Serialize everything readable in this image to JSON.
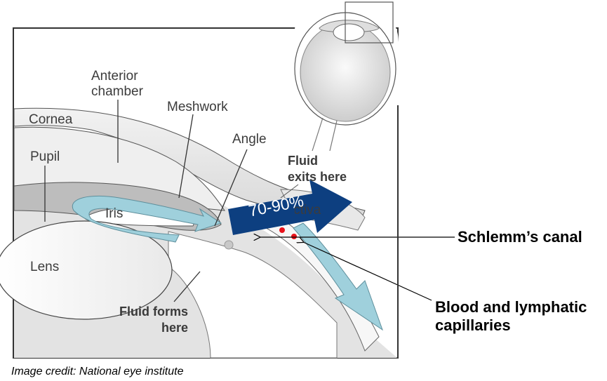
{
  "diagram": {
    "title": "Aqueous humor outflow pathway of the eye",
    "labels": {
      "anterior_chamber": [
        "Anterior",
        "chamber"
      ],
      "meshwork": "Meshwork",
      "cornea": "Cornea",
      "angle": "Angle",
      "pupil": "Pupil",
      "iris": "Iris",
      "lens": "Lens",
      "fluid_exits": [
        "Fluid",
        "exits here"
      ],
      "conjunctiva": "Conjunctiva",
      "fluid_forms": [
        "Fluid forms",
        "here"
      ]
    },
    "outflow_arrow": {
      "label": "70-90%",
      "color": "#0d3f80"
    },
    "external_labels": {
      "schlemms_canal": "Schlemm’s canal",
      "capillaries": [
        "Blood and lymphatic",
        "capillaries"
      ]
    },
    "colors": {
      "flow_arrow": "#9fd0dc",
      "marker_dot": "#e8121b",
      "frame": "#333333"
    },
    "credit": "Image credit: National eye institute"
  }
}
